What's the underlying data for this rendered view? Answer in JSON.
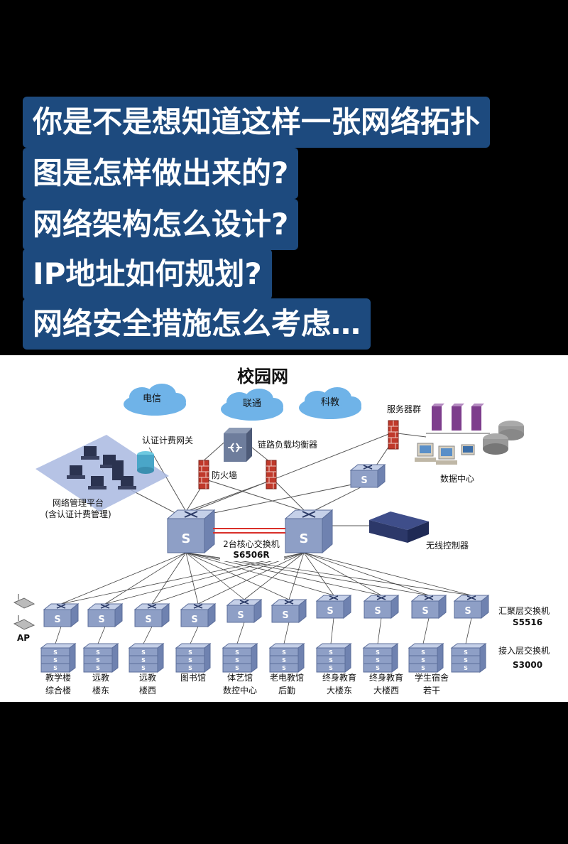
{
  "caption": {
    "lines": [
      "你是不是想知道这样一张网络拓扑",
      "图是怎样做出来的?",
      "网络架构怎么设计?",
      "IP地址如何规划?",
      "网络安全措施怎么考虑…"
    ]
  },
  "diagram": {
    "title": "校园网",
    "isps": [
      "电信",
      "联通",
      "科教"
    ],
    "load_balancer": "链路负载均衡器",
    "firewall": "防火墙",
    "server_group": "服务器群",
    "data_center": "数据中心",
    "auth_gateway": "认证计费网关",
    "mgmt_platform": [
      "网络管理平台",
      "(含认证计费管理)"
    ],
    "core_label": [
      "2台核心交换机",
      "S6506R"
    ],
    "wireless_controller": "无线控制器",
    "ap": "AP",
    "agg_label": [
      "汇聚层交换机",
      "S5516"
    ],
    "access_label": [
      "接入层交换机",
      "S3000"
    ],
    "switch_glyph": "S",
    "buildings": [
      [
        "教学楼",
        "综合楼"
      ],
      [
        "远教",
        "楼东"
      ],
      [
        "远教",
        "楼西"
      ],
      [
        "图书馆",
        ""
      ],
      [
        "体艺馆",
        "数控中心"
      ],
      [
        "老电教馆",
        "后勤"
      ],
      [
        "终身教育",
        "大楼东"
      ],
      [
        "终身教育",
        "大楼西"
      ],
      [
        "学生宿舍",
        "若干"
      ]
    ]
  },
  "colors": {
    "caption_bg": "#1d4a7e",
    "switch_front": "#8e9fc6",
    "switch_top": "#c5d0e8",
    "cloud": "#6fb3e8",
    "firewall": "#c0392b",
    "platform": "#a9b8e0",
    "core_link": "#d9302a"
  }
}
